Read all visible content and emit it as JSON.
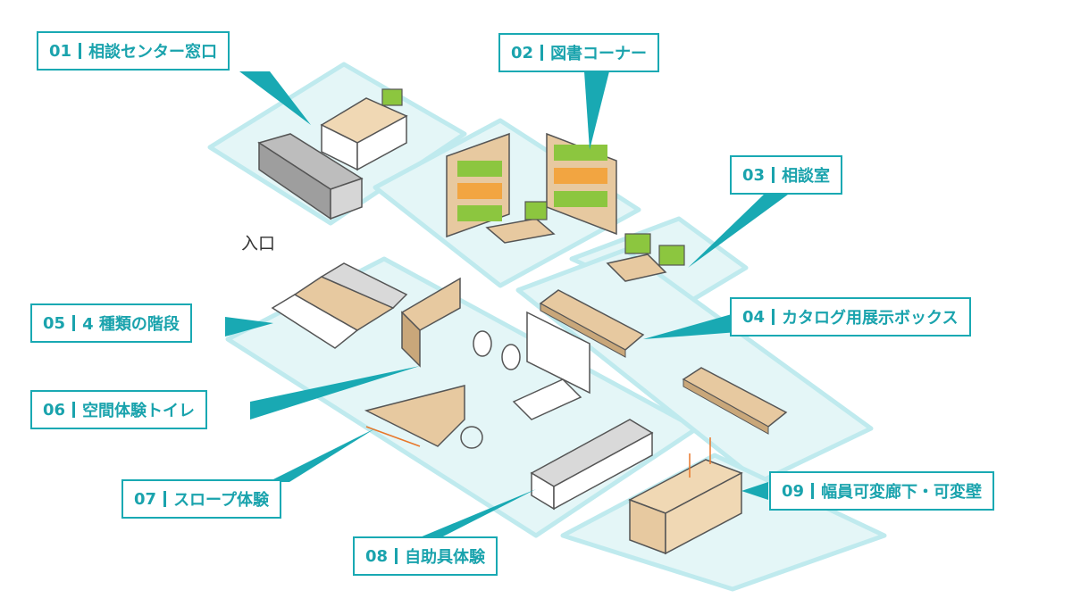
{
  "entrance_label": "入口",
  "colors": {
    "accent": "#19a9b3",
    "floor": "#e4f6f7",
    "floor_edge": "#b9e8ec",
    "wood": "#e7c9a0",
    "green": "#8cc63f"
  },
  "areas": [
    {
      "num": "01",
      "name": "相談センター窓口"
    },
    {
      "num": "02",
      "name": "図書コーナー"
    },
    {
      "num": "03",
      "name": "相談室"
    },
    {
      "num": "04",
      "name": "カタログ用展示ボックス"
    },
    {
      "num": "05",
      "name": "4 種類の階段"
    },
    {
      "num": "06",
      "name": "空間体験トイレ"
    },
    {
      "num": "07",
      "name": "スロープ体験"
    },
    {
      "num": "08",
      "name": "自助具体験"
    },
    {
      "num": "09",
      "name": "幅員可変廊下・可変壁"
    }
  ]
}
